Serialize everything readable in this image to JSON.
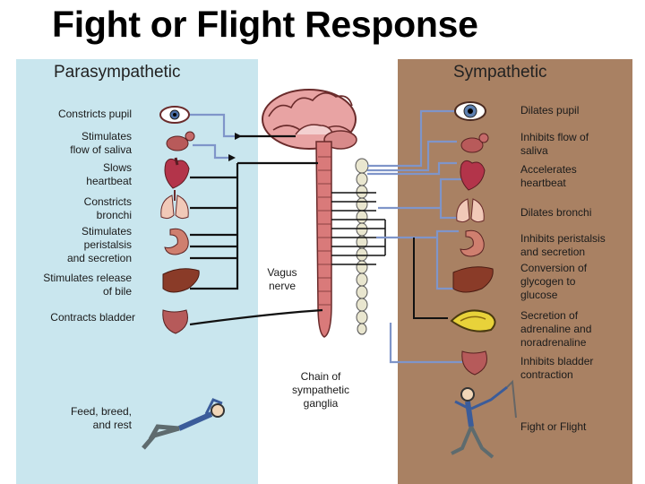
{
  "title": "Fight or Flight Response",
  "parasympathetic": {
    "heading": "Parasympathetic",
    "items": [
      "Constricts pupil",
      "Stimulates\nflow of saliva",
      "Slows\nheartbeat",
      "Constricts\nbronchi",
      "Stimulates\nperistalsis\nand secretion",
      "Stimulates release\nof bile",
      "Contracts bladder",
      "Feed, breed,\nand rest"
    ]
  },
  "sympathetic": {
    "heading": "Sympathetic",
    "items": [
      "Dilates pupil",
      "Inhibits flow of\nsaliva",
      "Accelerates\nheartbeat",
      "Dilates bronchi",
      "Inhibits peristalsis\nand secretion",
      "Conversion of\nglycogen to\nglucose",
      "Secretion of\nadrenaline and\nnoradrenaline",
      "Inhibits bladder\ncontraction",
      "Fight or Flight"
    ]
  },
  "center_labels": {
    "vagus": "Vagus\nnerve",
    "chain": "Chain of\nsympathetic\nganglia"
  },
  "colors": {
    "left_panel": "#c9e6ee",
    "right_panel": "#a98163",
    "spinal_cord": "#d97a7a",
    "nerve_dark": "#111111",
    "nerve_blue": "#7f95c9",
    "ganglia": "#e9e6cf"
  }
}
